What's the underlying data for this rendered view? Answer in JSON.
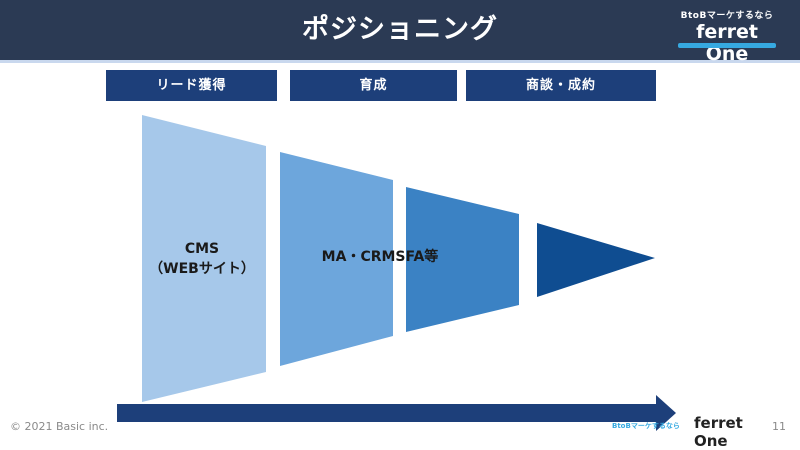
{
  "header": {
    "title": "ポジショニング",
    "brand_tagline": "BtoBマーケするなら",
    "brand_logo": "ferret One"
  },
  "stages": [
    {
      "label": "リード獲得"
    },
    {
      "label": "育成"
    },
    {
      "label": "商談・成約"
    }
  ],
  "funnel": {
    "segments": [
      {
        "label_line1": "CMS",
        "label_line2": "（WEBサイト）",
        "color": "#a6c8ea"
      },
      {
        "label": "MA・CRMSFA等",
        "color": "#6da6dc"
      },
      {
        "color": "#3b82c4"
      },
      {
        "color": "#0f4d91"
      }
    ],
    "arrow_color": "#1d3f7a"
  },
  "footer": {
    "copyright": "© 2021 Basic inc.",
    "brand_tagline": "BtoBマーケするなら",
    "brand_logo": "ferret One",
    "page_number": "11"
  }
}
